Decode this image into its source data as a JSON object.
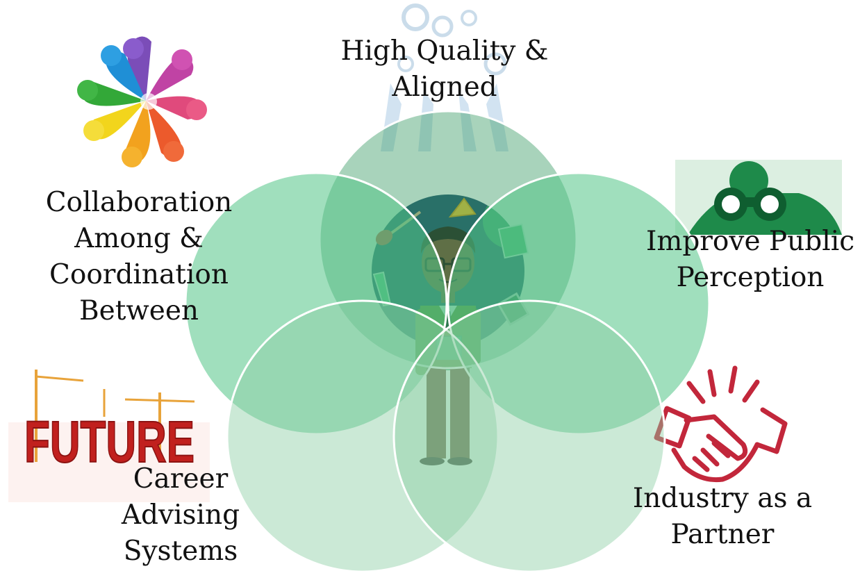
{
  "diagram": {
    "type": "five-circle overlapping venn",
    "center": "student figure",
    "colors": {
      "circle_top": "#3f9d68",
      "circle_left": "#52c487",
      "circle_right": "#52c487",
      "circle_bottom_left": "#8ccfa5",
      "circle_bottom_right": "#8ccfa5",
      "center_disc": "#184b69",
      "handshake": "#c2273b",
      "future_letters": "#c1201e"
    },
    "labels": {
      "top": [
        "High Quality &",
        "Aligned"
      ],
      "left": [
        "Collaboration",
        "Among &",
        "Coordination",
        "Between"
      ],
      "right": [
        "Improve Public",
        "Perception"
      ],
      "bottom_left": [
        "Career",
        "Advising",
        "Systems"
      ],
      "bottom_right": [
        "Industry as a",
        "Partner"
      ]
    },
    "icons": {
      "top": "gear-team-icon",
      "left": "colorful-people-circle-icon",
      "right": "binoculars-icon",
      "bottom_left": "future-construction-icon",
      "bottom_right": "handshake-icon"
    },
    "future_word": "FUTURE"
  }
}
